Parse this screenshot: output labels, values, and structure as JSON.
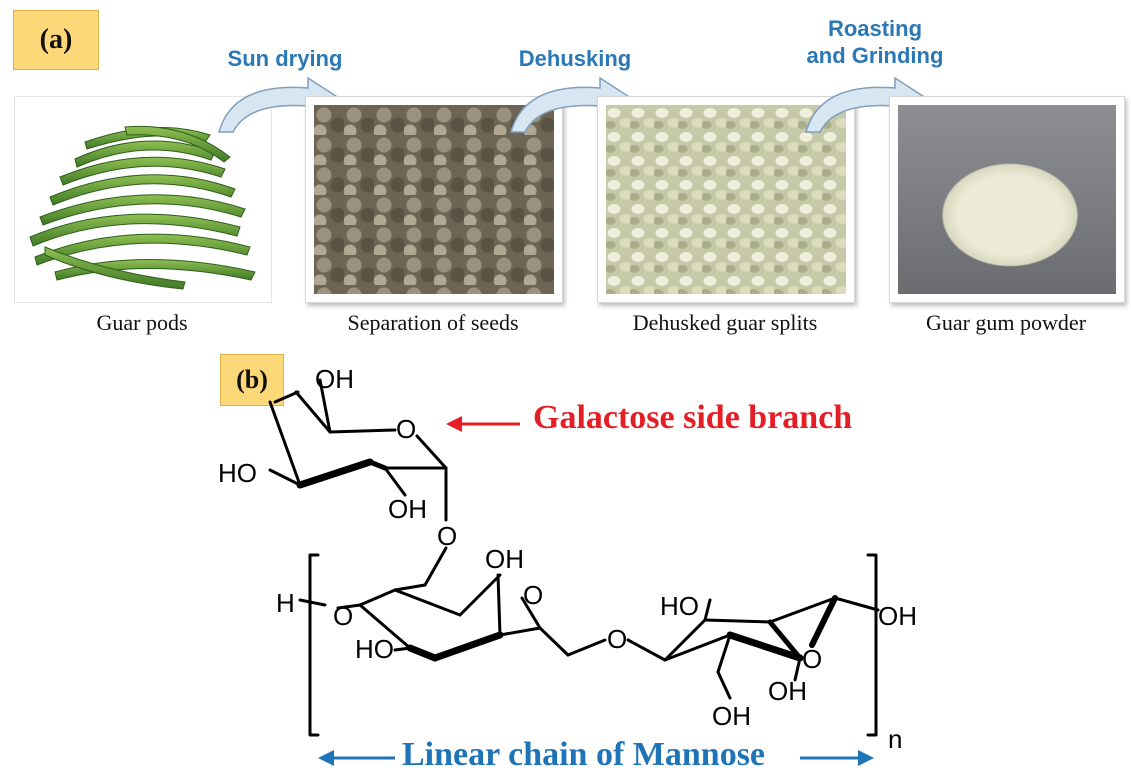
{
  "panel_a": {
    "label": "(a)",
    "steps": {
      "step1": "Sun drying",
      "step2": "Dehusking",
      "step3_line1": "Roasting",
      "step3_line2": "and Grinding"
    },
    "captions": [
      "Guar pods",
      "Separation of seeds",
      "Dehusked guar splits",
      "Guar gum powder"
    ],
    "colors": {
      "step_text": "#2a78b6",
      "arrow_fill": "#d8e6f2",
      "label_bg": "#fcd878"
    }
  },
  "panel_b": {
    "label": "(b)",
    "galactose_label": "Galactose side branch",
    "mannose_label": "Linear chain of Mannose",
    "repeat_subscript": "n",
    "atoms": {
      "oh": "OH",
      "ho": "HO",
      "o": "O",
      "h": "H"
    },
    "colors": {
      "galactose": "#e41e25",
      "mannose": "#1f74b8"
    }
  }
}
